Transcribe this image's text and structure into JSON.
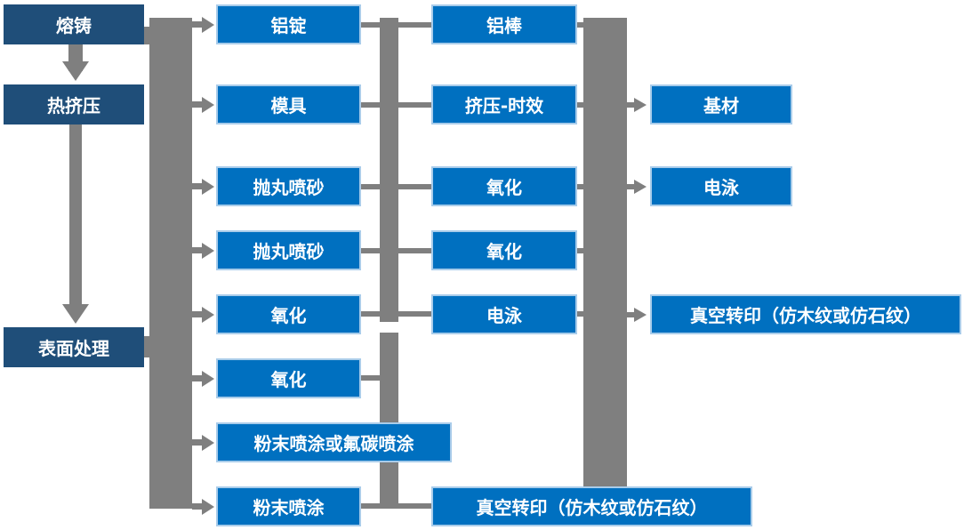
{
  "diagram": {
    "type": "flowchart",
    "orientation": "left-to-right"
  },
  "colors": {
    "dark_node": "#1F4E79",
    "blue_node": "#0070C0",
    "connector": "#7F7F7F",
    "node_border": "#A9CCEA",
    "text": "#FFFFFF"
  },
  "nodes": [
    {
      "id": "melting-casting",
      "label": "熔铸",
      "variant": "dark"
    },
    {
      "id": "hot-extrusion",
      "label": "热挤压",
      "variant": "dark"
    },
    {
      "id": "surface-treatment",
      "label": "表面处理",
      "variant": "dark"
    },
    {
      "id": "aluminum-ingot",
      "label": "铝锭",
      "variant": "blue"
    },
    {
      "id": "mold",
      "label": "模具",
      "variant": "blue"
    },
    {
      "id": "shot-blasting-1",
      "label": "抛丸喷砂",
      "variant": "blue"
    },
    {
      "id": "shot-blasting-2",
      "label": "抛丸喷砂",
      "variant": "blue"
    },
    {
      "id": "oxidation-1",
      "label": "氧化",
      "variant": "blue"
    },
    {
      "id": "oxidation-2",
      "label": "氧化",
      "variant": "blue"
    },
    {
      "id": "powder-or-fluorocarbon-coating",
      "label": "粉末喷涂或氟碳喷涂",
      "variant": "blue"
    },
    {
      "id": "powder-coating",
      "label": "粉末喷涂",
      "variant": "blue"
    },
    {
      "id": "aluminum-rod",
      "label": "铝棒",
      "variant": "blue"
    },
    {
      "id": "extrusion-aging",
      "label": "挤压-时效",
      "variant": "blue"
    },
    {
      "id": "oxidation-3",
      "label": "氧化",
      "variant": "blue"
    },
    {
      "id": "oxidation-4",
      "label": "氧化",
      "variant": "blue"
    },
    {
      "id": "electrophoresis-1",
      "label": "电泳",
      "variant": "blue"
    },
    {
      "id": "vacuum-transfer-print-bottom",
      "label": "真空转印（仿木纹或仿石纹）",
      "variant": "blue"
    },
    {
      "id": "base-material",
      "label": "基材",
      "variant": "blue"
    },
    {
      "id": "electrophoresis-2",
      "label": "电泳",
      "variant": "blue"
    },
    {
      "id": "vacuum-transfer-print-right",
      "label": "真空转印（仿木纹或仿石纹）",
      "variant": "blue"
    }
  ],
  "connectors": {
    "down_arrow_targets": [
      "hot-extrusion",
      "surface-treatment"
    ],
    "right_arrow_targets_col2": [
      "aluminum-ingot",
      "mold",
      "shot-blasting-1",
      "shot-blasting-2",
      "oxidation-1",
      "oxidation-2",
      "powder-or-fluorocarbon-coating",
      "powder-coating"
    ],
    "right_arrow_targets_col4": [
      "base-material",
      "electrophoresis-2",
      "vacuum-transfer-print-right"
    ]
  }
}
